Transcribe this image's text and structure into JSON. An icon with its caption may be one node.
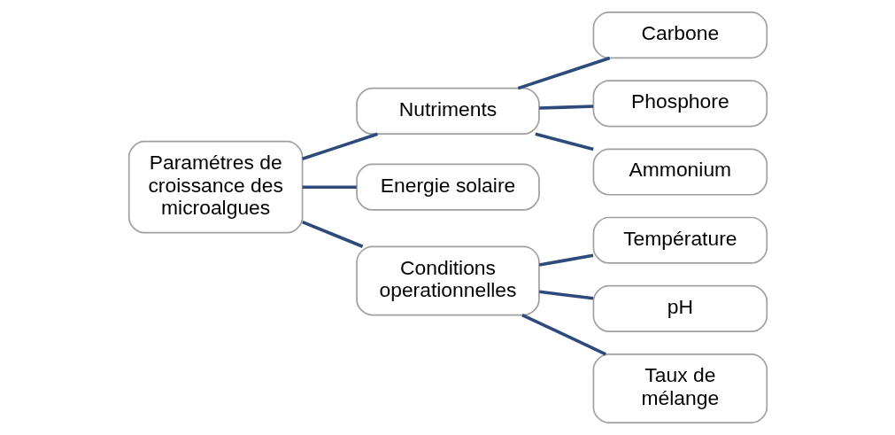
{
  "diagram": {
    "nodes": [
      {
        "text": [
          "Paramétres de croissance des microalgues"
        ]
      },
      {
        "text": [
          "Nutriments"
        ]
      },
      {
        "text": [
          "Energie solaire"
        ]
      },
      {
        "text": [
          "Conditions operationnelles"
        ]
      },
      {
        "text": [
          "Carbone"
        ]
      },
      {
        "text": [
          "Phosphore"
        ]
      },
      {
        "text": [
          "Ammonium"
        ]
      },
      {
        "text": [
          "Température"
        ]
      },
      {
        "text": [
          "pH"
        ]
      },
      {
        "text": [
          "Taux de mélange"
        ]
      }
    ],
    "edges": [
      {
        "from": 0,
        "to": 1,
        "arrow": "none"
      },
      {
        "from": 0,
        "to": 2,
        "arrow": "none"
      },
      {
        "from": 0,
        "to": 3,
        "arrow": "none"
      },
      {
        "from": 1,
        "to": 4,
        "arrow": "none"
      },
      {
        "from": 1,
        "to": 5,
        "arrow": "none"
      },
      {
        "from": 1,
        "to": 6,
        "arrow": "none"
      },
      {
        "from": 3,
        "to": 7,
        "arrow": "none"
      },
      {
        "from": 3,
        "to": 8,
        "arrow": "none"
      },
      {
        "from": 3,
        "to": 9,
        "arrow": "none"
      }
    ]
  }
}
